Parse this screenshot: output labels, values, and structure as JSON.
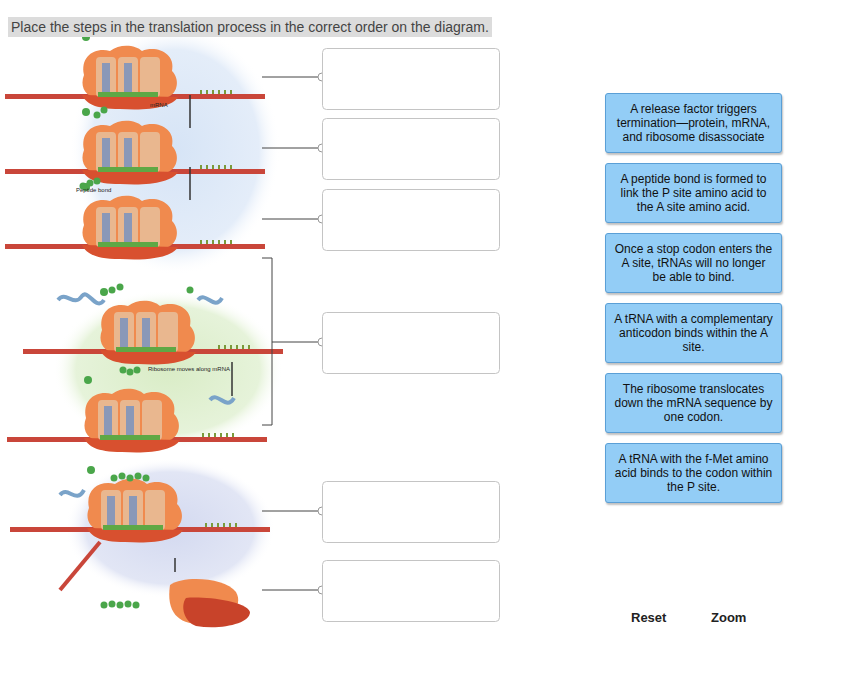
{
  "diagram": {
    "title": "Place the steps in the translation process in the correct order on the diagram.",
    "nodes": [
      {
        "text": [
          "A release factor triggers termination—protein, mRNA, and ribosome disassociate"
        ]
      },
      {
        "text": [
          "A peptide bond is formed to link the P site amino acid to the A site amino acid."
        ]
      },
      {
        "text": [
          "Once a stop codon enters the A site, tRNAs will no longer be able to bind."
        ]
      },
      {
        "text": [
          "A tRNA with a complementary anticodon binds within the A site."
        ]
      },
      {
        "text": [
          "The ribosome translocates down the mRNA sequence by one codon."
        ]
      },
      {
        "text": [
          "A tRNA with the f-Met amino acid binds to the codon within the P site."
        ]
      }
    ],
    "labels": [
      "mRNA",
      "Peptide bond",
      "Ribosome moves along mRNA",
      "Reset",
      "Zoom"
    ]
  }
}
